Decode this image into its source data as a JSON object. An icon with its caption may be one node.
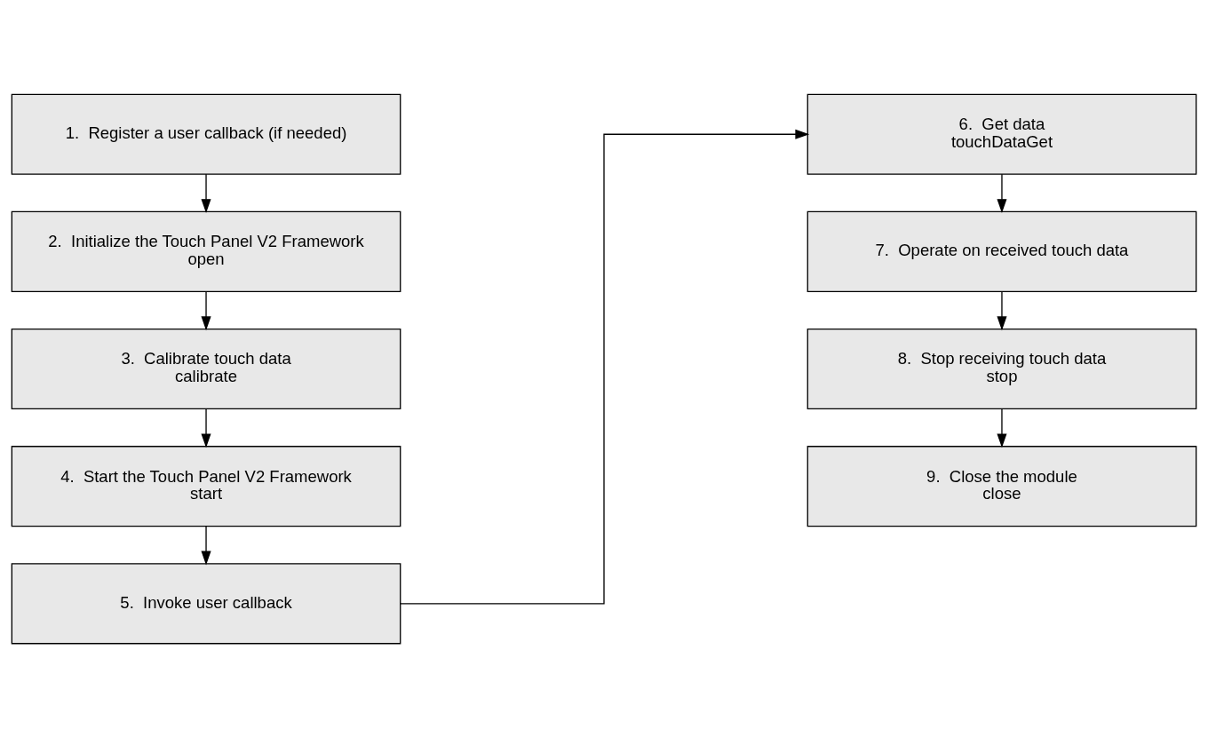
{
  "diagram": {
    "nodes": [
      {
        "text": [
          "1.  Register a user callback (if needed)"
        ]
      },
      {
        "text": [
          "2.  Initialize the Touch Panel V2 Framework",
          "open"
        ]
      },
      {
        "text": [
          "3.  Calibrate touch data",
          "calibrate"
        ]
      },
      {
        "text": [
          "4.  Start the Touch Panel V2 Framework",
          "start"
        ]
      },
      {
        "text": [
          "5.  Invoke user callback"
        ]
      },
      {
        "text": [
          "6.  Get data",
          "touchDataGet"
        ]
      },
      {
        "text": [
          "7.  Operate on received touch data"
        ]
      },
      {
        "text": [
          "8.  Stop receiving touch data",
          "stop"
        ]
      },
      {
        "text": [
          "9.  Close the module",
          "close"
        ]
      }
    ],
    "edges": [
      {
        "from": 0,
        "to": 1,
        "arrow": "to"
      },
      {
        "from": 1,
        "to": 2,
        "arrow": "to"
      },
      {
        "from": 2,
        "to": 3,
        "arrow": "to"
      },
      {
        "from": 3,
        "to": 4,
        "arrow": "to"
      },
      {
        "from": 4,
        "to": 5,
        "arrow": "to"
      },
      {
        "from": 5,
        "to": 6,
        "arrow": "to"
      },
      {
        "from": 6,
        "to": 7,
        "arrow": "to"
      },
      {
        "from": 7,
        "to": 8,
        "arrow": "to"
      }
    ]
  }
}
